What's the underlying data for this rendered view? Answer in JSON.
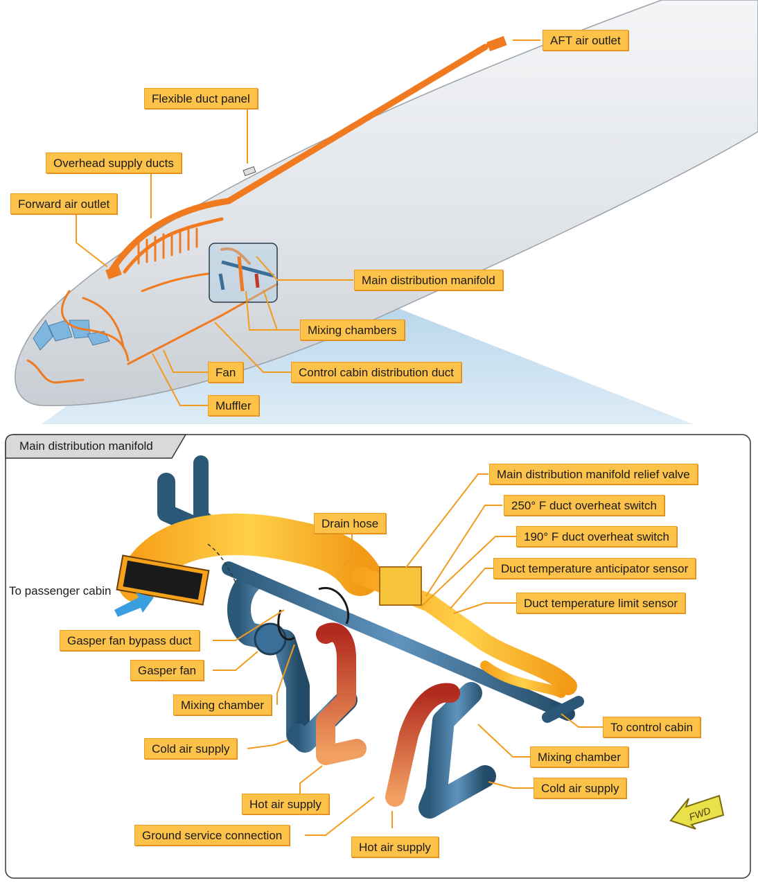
{
  "panel": {
    "title": "Main distribution manifold"
  },
  "aircraft_callouts": {
    "aft_air_outlet": "AFT air outlet",
    "flexible_duct_panel": "Flexible duct panel",
    "overhead_supply_ducts": "Overhead supply ducts",
    "forward_air_outlet": "Forward air outlet",
    "main_distribution_manifold": "Main distribution manifold",
    "mixing_chambers": "Mixing chambers",
    "control_cabin_distribution_duct": "Control cabin distribution duct",
    "fan": "Fan",
    "muffler": "Muffler"
  },
  "manifold_callouts": {
    "relief_valve": "Main distribution manifold relief valve",
    "overheat_250": "250° F duct overheat switch",
    "overheat_190": "190° F duct overheat switch",
    "anticipator_sensor": "Duct temperature anticipator sensor",
    "limit_sensor": "Duct temperature limit sensor",
    "drain_hose": "Drain hose",
    "to_passenger_cabin": "To passenger cabin",
    "gasper_fan_bypass_duct": "Gasper fan bypass duct",
    "gasper_fan": "Gasper fan",
    "mixing_chamber_left": "Mixing chamber",
    "cold_air_supply_left": "Cold air supply",
    "hot_air_supply_left": "Hot air supply",
    "ground_service_connection": "Ground service connection",
    "hot_air_supply_bottom": "Hot air supply",
    "to_control_cabin": "To control cabin",
    "mixing_chamber_right": "Mixing chamber",
    "cold_air_supply_right": "Cold air supply",
    "fwd_arrow": "FWD"
  },
  "colors": {
    "callout_fill": "#fcc24a",
    "callout_border": "#f39a1c",
    "duct_orange": "#f07a1f",
    "duct_yellow": "#f9b21c",
    "cold_blue": "#3a6f9a",
    "hot_red": "#c0392b",
    "fuselage": "#e8ebee",
    "projection_blue": "#a9cde6"
  }
}
